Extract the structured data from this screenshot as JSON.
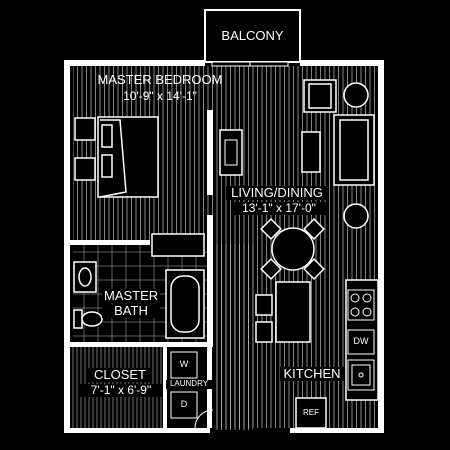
{
  "rooms": {
    "balcony": {
      "name": "BALCONY"
    },
    "master_bedroom": {
      "name": "MASTER BEDROOM",
      "dims": "10'-9\" x 14'-1\""
    },
    "living_dining": {
      "name": "LIVING/DINING",
      "dims": "13'-1\" x 17'-0\""
    },
    "master_bath": {
      "name_line1": "MASTER",
      "name_line2": "BATH"
    },
    "closet": {
      "name": "CLOSET",
      "dims": "7'-1\" x 6'-9\""
    },
    "laundry": {
      "name": "LAUNDRY",
      "washer": "W",
      "dryer": "D"
    },
    "kitchen": {
      "name": "KITCHEN",
      "dishwasher": "DW",
      "refrigerator": "REF"
    }
  },
  "colors": {
    "background": "#000000",
    "walls": "#ffffff",
    "lines": "#ffffff"
  }
}
